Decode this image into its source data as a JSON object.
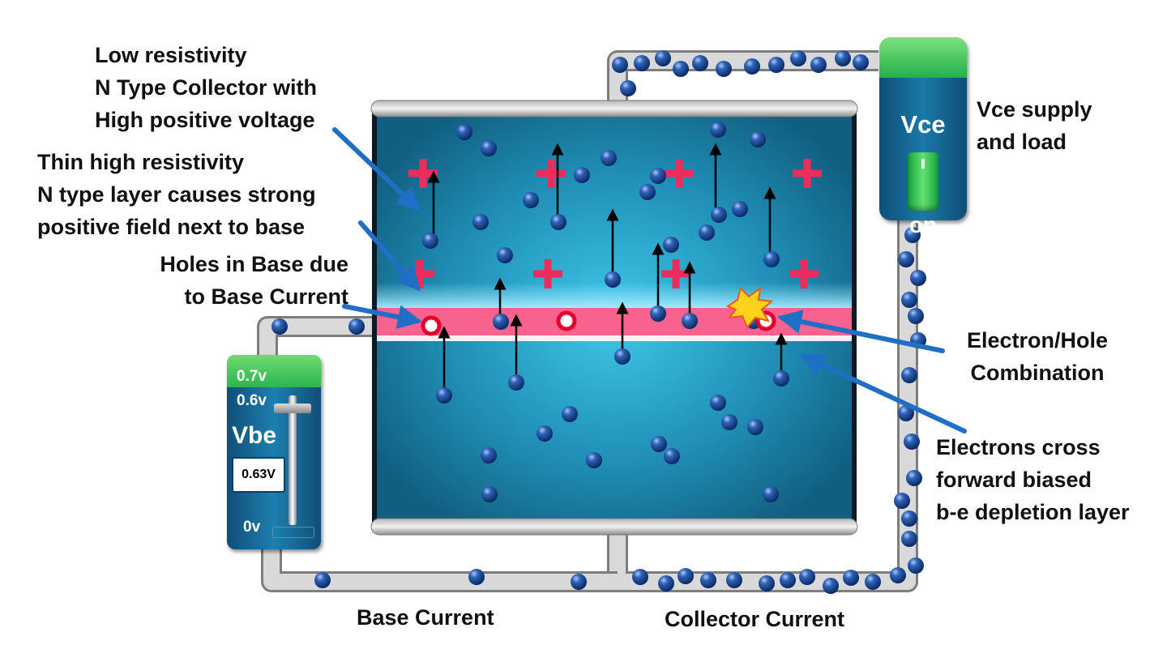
{
  "labels": {
    "collector": [
      "Low resistivity",
      "N Type Collector with",
      "High positive voltage"
    ],
    "thin_layer": [
      "Thin high resistivity",
      "N type layer causes strong",
      "positive field next to base"
    ],
    "holes": [
      "Holes in Base due",
      "to Base Current"
    ],
    "combination": [
      "Electron/Hole",
      "Combination"
    ],
    "cross": [
      "Electrons cross",
      "forward biased",
      "b-e depletion layer"
    ],
    "vce_supply": [
      "Vce supply",
      "and load"
    ],
    "base_current": "Base Current",
    "collector_current": "Collector Current"
  },
  "vce": {
    "title": "Vce",
    "state": "on"
  },
  "vbe": {
    "title": "Vbe",
    "max_label": "0.7v",
    "upper_label": "0.6v",
    "min_label": "0v",
    "readout": "0.63V",
    "level": 0.63
  },
  "colors": {
    "substrate": "#1f8db4",
    "base_layer": "#f7628e",
    "hole_ring": "#e3002a",
    "plus": "#ee2c5c",
    "electron": "#1b4f9c",
    "wire": "#c9c9c9",
    "pointer": "#1f6fc6",
    "panel": "#136c9e",
    "panel_top": "#3cc35a"
  },
  "icons": {
    "plus_sign": "positive-charge-icon",
    "electron": "electron-icon",
    "hole": "hole-icon",
    "spark": "spark-icon"
  }
}
